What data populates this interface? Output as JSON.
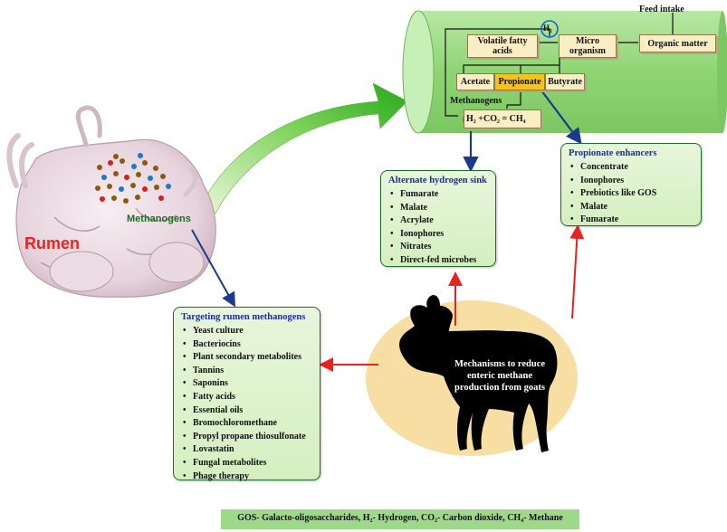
{
  "rumen": {
    "title": "Rumen",
    "methanogens_label": "Methanogens"
  },
  "cylinder": {
    "feed_intake": "Feed intake",
    "vfa": "Volatile fatty acids",
    "micro": "Micro organism",
    "organic": "Organic matter",
    "h2": "H₂",
    "acetate": "Acetate",
    "propionate": "Propionate",
    "butyrate": "Butyrate",
    "methanogens": "Methanogens",
    "equation": "H₂ +CO₂ = CH₄"
  },
  "hydrogen_sink": {
    "title": "Alternate hydrogen sink",
    "items": [
      "Fumarate",
      "Malate",
      "Acrylate",
      "Ionophores",
      "Nitrates",
      "Direct-fed microbes"
    ]
  },
  "propionate_enhancers": {
    "title": "Propionate enhancers",
    "items": [
      "Concentrate",
      "Ionophores",
      "Prebiotics like GOS",
      "Malate",
      "Fumarate"
    ]
  },
  "targeting": {
    "title": "Targeting rumen methanogens",
    "items": [
      "Yeast culture",
      "Bacteriocins",
      "Plant secondary metabolites",
      "Tannins",
      "Saponins",
      "Fatty acids",
      "Essential oils",
      "Bromochloromethane",
      "Propyl propane thiosulfonate",
      "Lovastatin",
      "Fungal metabolites",
      "Phage therapy"
    ]
  },
  "center": {
    "text": "Mechanisms to reduce enteric methane production from goats"
  },
  "footer": {
    "text": "GOS- Galacto-oligosaccharides, H₂- Hydrogen, CO₂- Carbon dioxide, CH₄- Methane"
  },
  "colors": {
    "cylinder": "#9ed98a",
    "box_fill": "#d9f0c7",
    "ellipse": "#f7dfa4",
    "arrow_red": "#e8231f",
    "arrow_blue": "#1b3a8c",
    "big_arrow": "#3fb52a",
    "rumen_title": "#ee2222"
  }
}
